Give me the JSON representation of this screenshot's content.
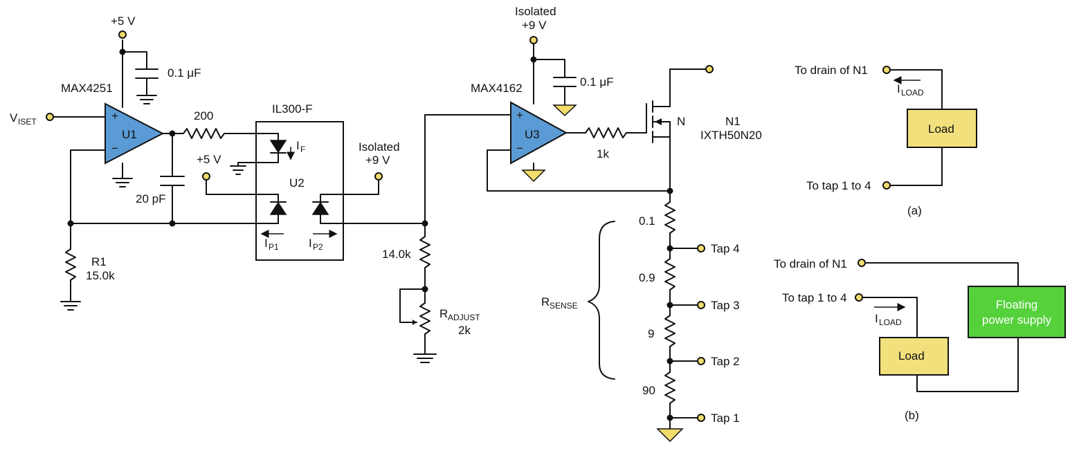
{
  "supplies": {
    "plus5_top": "+5 V",
    "plus5_mid": "+5 V",
    "isolated": "Isolated",
    "plus9": "+9 V"
  },
  "opamps": {
    "u1_part": "MAX4251",
    "u1_ref": "U1",
    "u3_part": "MAX4162",
    "u3_ref": "U3",
    "plus": "+",
    "minus": "−"
  },
  "components": {
    "c1": "0.1 μF",
    "c2": "20 pF",
    "c3": "0.1 μF",
    "r200": "200",
    "r1_ref": "R1",
    "r1_val": "15.0k",
    "r14": "14.0k",
    "radj_main": "R",
    "radj_sub": "ADJUST",
    "radj_val": "2k",
    "r1k": "1k",
    "n1_ref": "N1",
    "n1_part": "IXTH50N20",
    "n_label": "N",
    "opto_part": "IL300-F",
    "opto_ref": "U2"
  },
  "currents": {
    "i": "I",
    "f_sub": "F",
    "p1_sub": "P1",
    "p2_sub": "P2",
    "load_sub": "LOAD"
  },
  "vin": {
    "main": "V",
    "sub": "ISET"
  },
  "sense": {
    "main": "R",
    "sub": "SENSE",
    "r01": "0.1",
    "r09": "0.9",
    "r9": "9",
    "r90": "90",
    "tap4": "Tap 4",
    "tap3": "Tap 3",
    "tap2": "Tap 2",
    "tap1": "Tap 1"
  },
  "inset_a": {
    "drain": "To drain of N1",
    "tap": "To tap 1 to 4",
    "load": "Load",
    "caption": "(a)"
  },
  "inset_b": {
    "drain": "To drain of N1",
    "tap": "To tap 1 to 4",
    "load": "Load",
    "supply_line1": "Floating",
    "supply_line2": "power supply",
    "caption": "(b)"
  },
  "colors": {
    "opamp": "#5b9bd5",
    "terminal": "#f2dc6b",
    "load_box": "#f2e07c",
    "supply_box": "#55d13c"
  }
}
